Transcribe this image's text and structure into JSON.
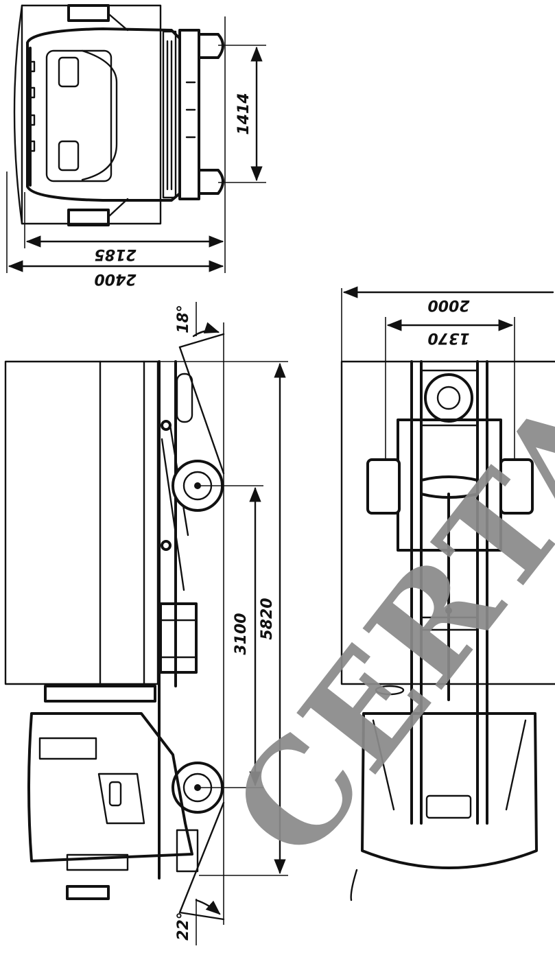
{
  "dimensions": {
    "front_track_1414": "1414",
    "width_2185": "2185",
    "width_2400": "2400",
    "rear_width_2000": "2000",
    "rear_track_1370": "1370",
    "wheelbase_3100": "3100",
    "length_5820": "5820"
  },
  "angles": {
    "rear_overhang_angle": "18°",
    "front_approach_angle": "22°"
  },
  "watermark": "CERTAUTO.RU",
  "colors": {
    "line": "#111111",
    "watermark": "#8a8a8a",
    "background": "#ffffff"
  }
}
